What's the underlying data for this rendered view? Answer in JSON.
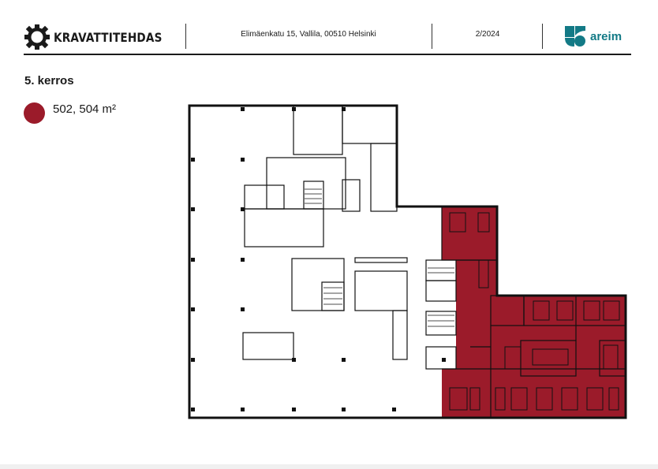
{
  "header": {
    "brand": "KRAVATTITEHDAS",
    "address": "Elimäenkatu 15, Vallila, 00510 Helsinki",
    "date": "2/2024",
    "partner_logo": "areim"
  },
  "floor": {
    "title": "5. kerros"
  },
  "legend": [
    {
      "label": "502,  504 m²",
      "color": "#9b1b2a"
    }
  ],
  "colors": {
    "highlight": "#9b1b2a",
    "areim": "#137a86"
  }
}
